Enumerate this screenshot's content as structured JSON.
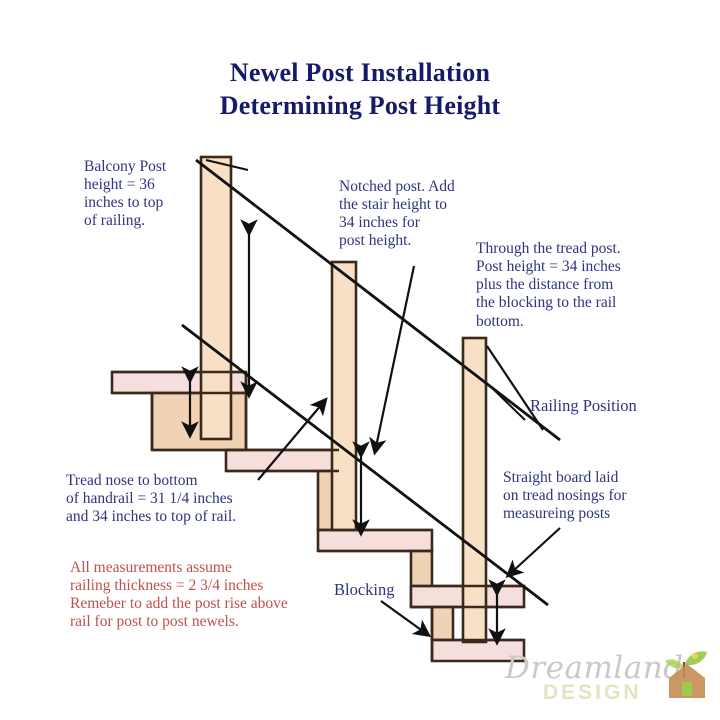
{
  "title": {
    "line1": "Newel Post Installation",
    "line2": "Determining Post Height",
    "color": "#151a6b"
  },
  "colors": {
    "text_blue": "#2f3480",
    "text_red": "#c0504d",
    "tread_fill": "#f6dedd",
    "post_fill": "#f7e0c5",
    "riser_fill": "#f0d2b4",
    "outline": "#3a2a1c",
    "line": "#111111",
    "watermark_script": "#c9c9c9",
    "watermark_design": "#e7e2c2"
  },
  "annotations": {
    "balcony_post": "Balcony Post\nheight = 36\ninches to top\nof railing.",
    "notched_post": "Notched post. Add\nthe stair height to\n34 inches for\npost height.",
    "through_tread_post": "Through the tread post.\nPost height = 34 inches\nplus the distance from\nthe blocking to the rail\nbottom.",
    "tread_nose": "Tread nose to bottom\nof handrail = 31 1/4 inches\nand 34 inches to top of rail.",
    "measurements_note": "All measurements assume\nrailing thickness =  2 3/4 inches\nRemeber to add the post rise above\nrail for post to post newels.",
    "railing_position": "Railing Position",
    "straight_board": "Straight board laid\non tread nosings for\nmeasureing posts",
    "blocking": "Blocking"
  },
  "measurements": {
    "balcony_post_height_in": 36,
    "notched_post_base_in": 34,
    "through_tread_post_base_in": 34,
    "tread_nose_to_handrail_bottom_in": "31 1/4",
    "tread_nose_to_rail_top_in": 34,
    "railing_thickness_in": "2 3/4"
  },
  "parts": {
    "post_balcony": "balcony-newel-post",
    "post_notched": "notched-newel-post",
    "post_through_tread": "through-tread-newel-post",
    "railing_line": "railing-position-line",
    "straight_board_line": "straight-board-on-nosings",
    "blocking_block": "blocking"
  },
  "watermark": {
    "script": "Dreamland",
    "design": "DESIGN"
  }
}
